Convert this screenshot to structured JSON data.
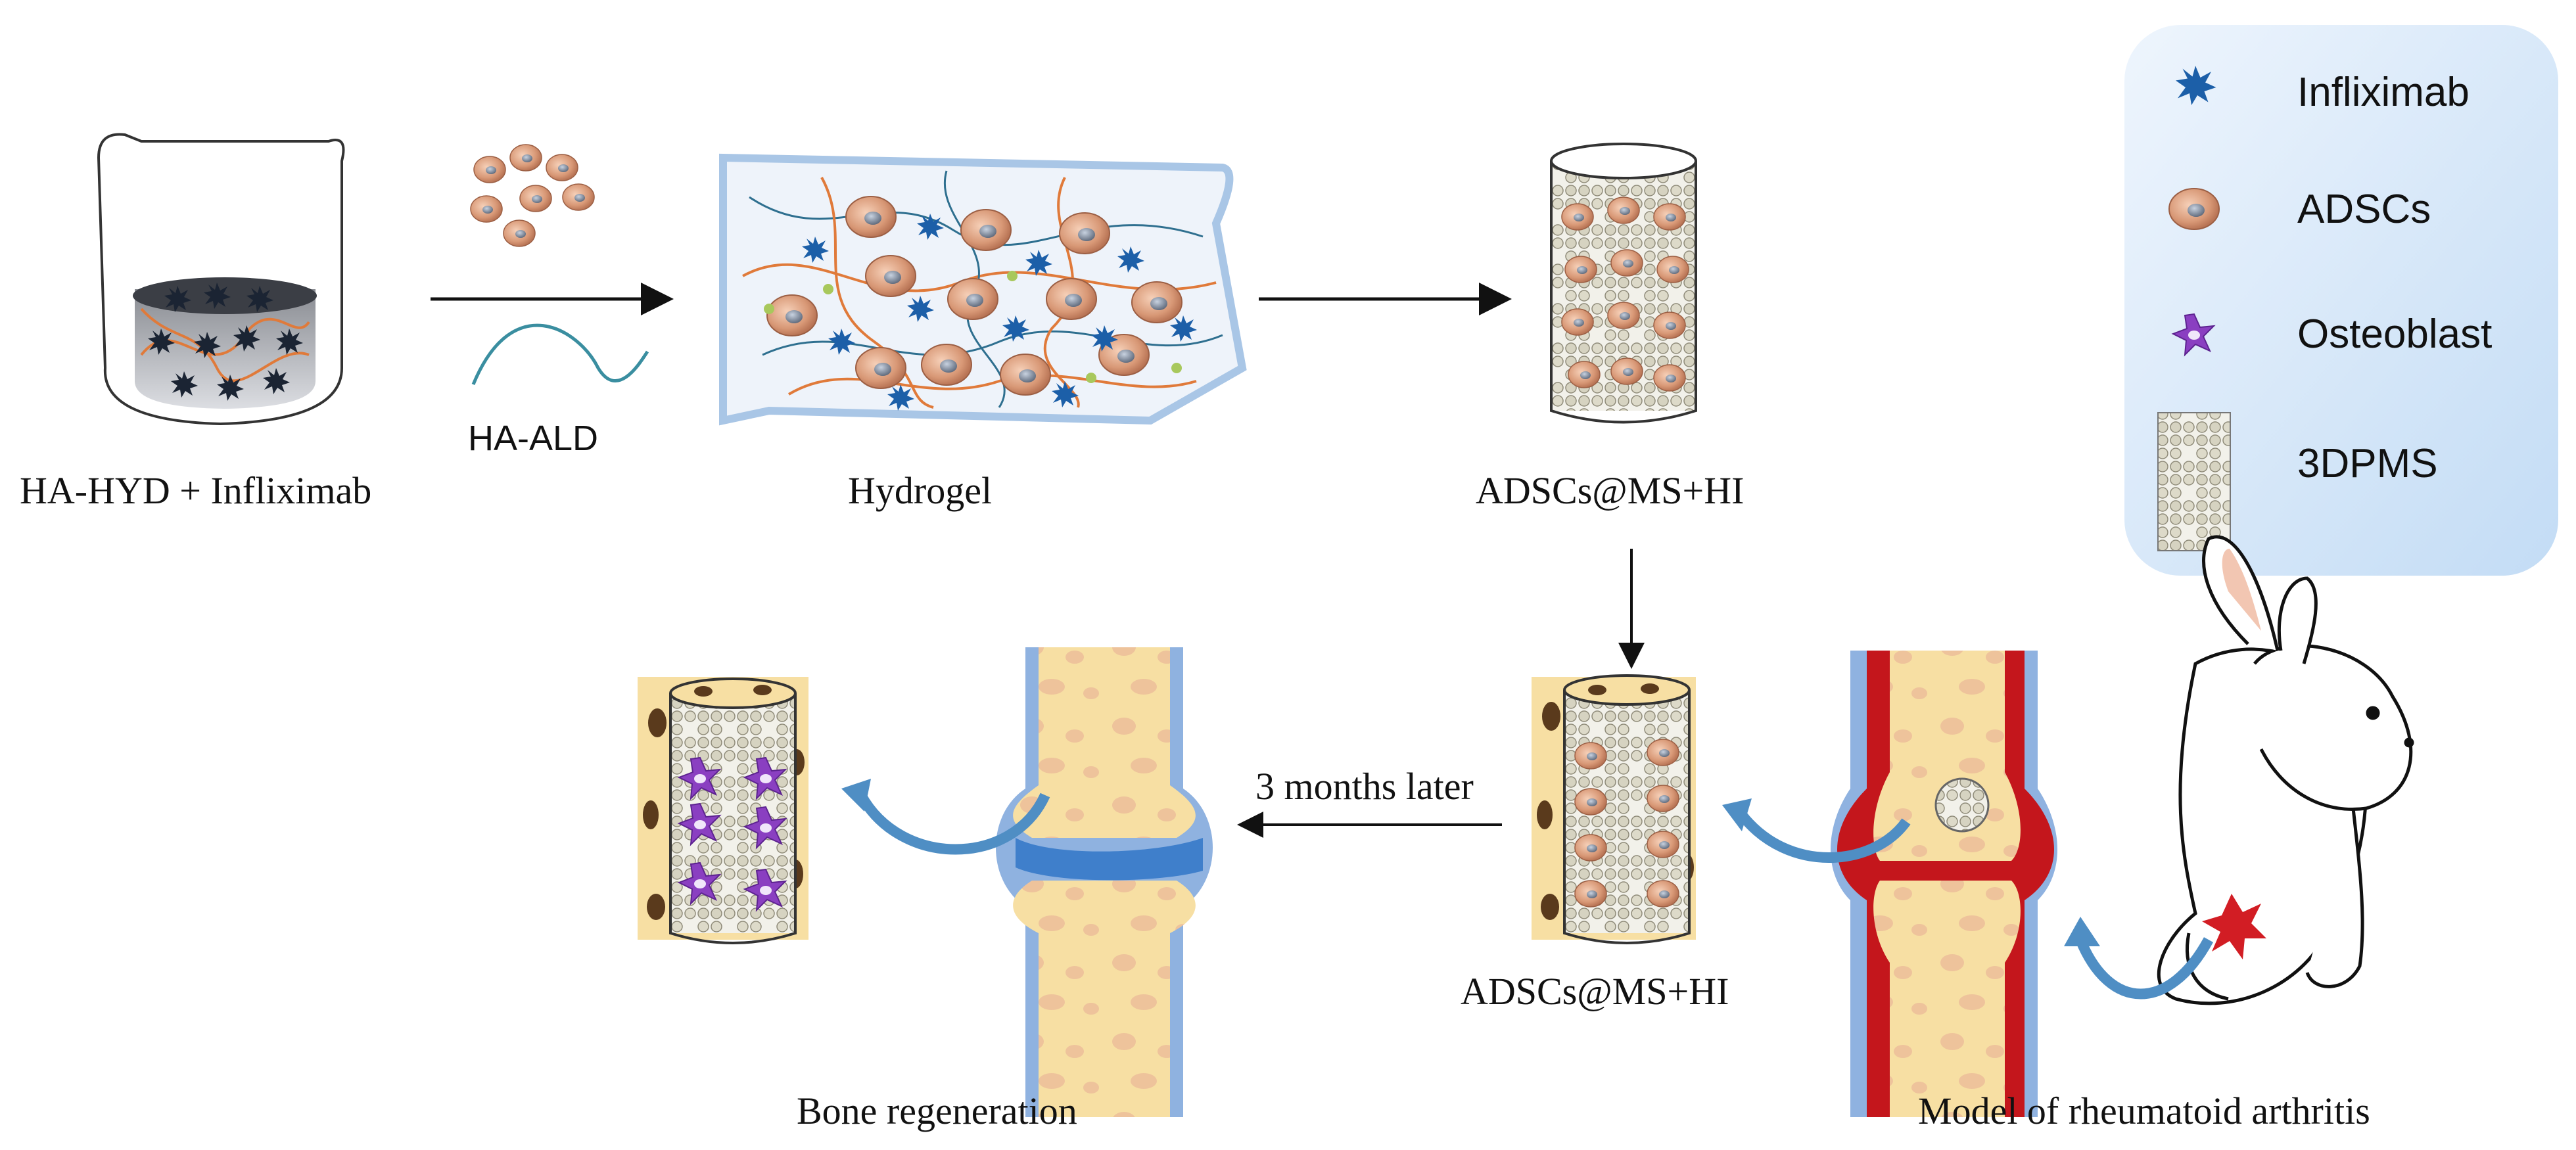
{
  "colors": {
    "bone_yellow": "#f7dfa3",
    "bone_spot": "#eec39b",
    "cartilage_blue": "#8fb2e0",
    "inflamed_red": "#c4161c",
    "arrow_blue": "#4f8ec4",
    "hydrogel_border": "#a9c6e6",
    "legend_bg": "#d4e6f8",
    "cell_tan": "#e0a582",
    "scaffold_grey": "#d8d6c8",
    "osteoblast_purple": "#8a3fc1",
    "infliximab_blue": "#1c5fa8"
  },
  "legend": {
    "items": [
      {
        "icon": "infliximab-icon",
        "label": "Infliximab"
      },
      {
        "icon": "adsc-cell-icon",
        "label": "ADSCs"
      },
      {
        "icon": "osteoblast-icon",
        "label": "Osteoblast"
      },
      {
        "icon": "scaffold-icon",
        "label": "3DPMS"
      }
    ]
  },
  "labels": {
    "beaker": "HA-HYD + Infliximab",
    "ha_ald": "HA-ALD",
    "hydrogel": "Hydrogel",
    "scaffold_top": "ADSCs@MS+HI",
    "scaffold_bottom": "ADSCs@MS+HI",
    "time_arrow": "3 months later",
    "bone_regen": "Bone regeneration",
    "ra_model": "Model of rheumatoid arthritis"
  }
}
